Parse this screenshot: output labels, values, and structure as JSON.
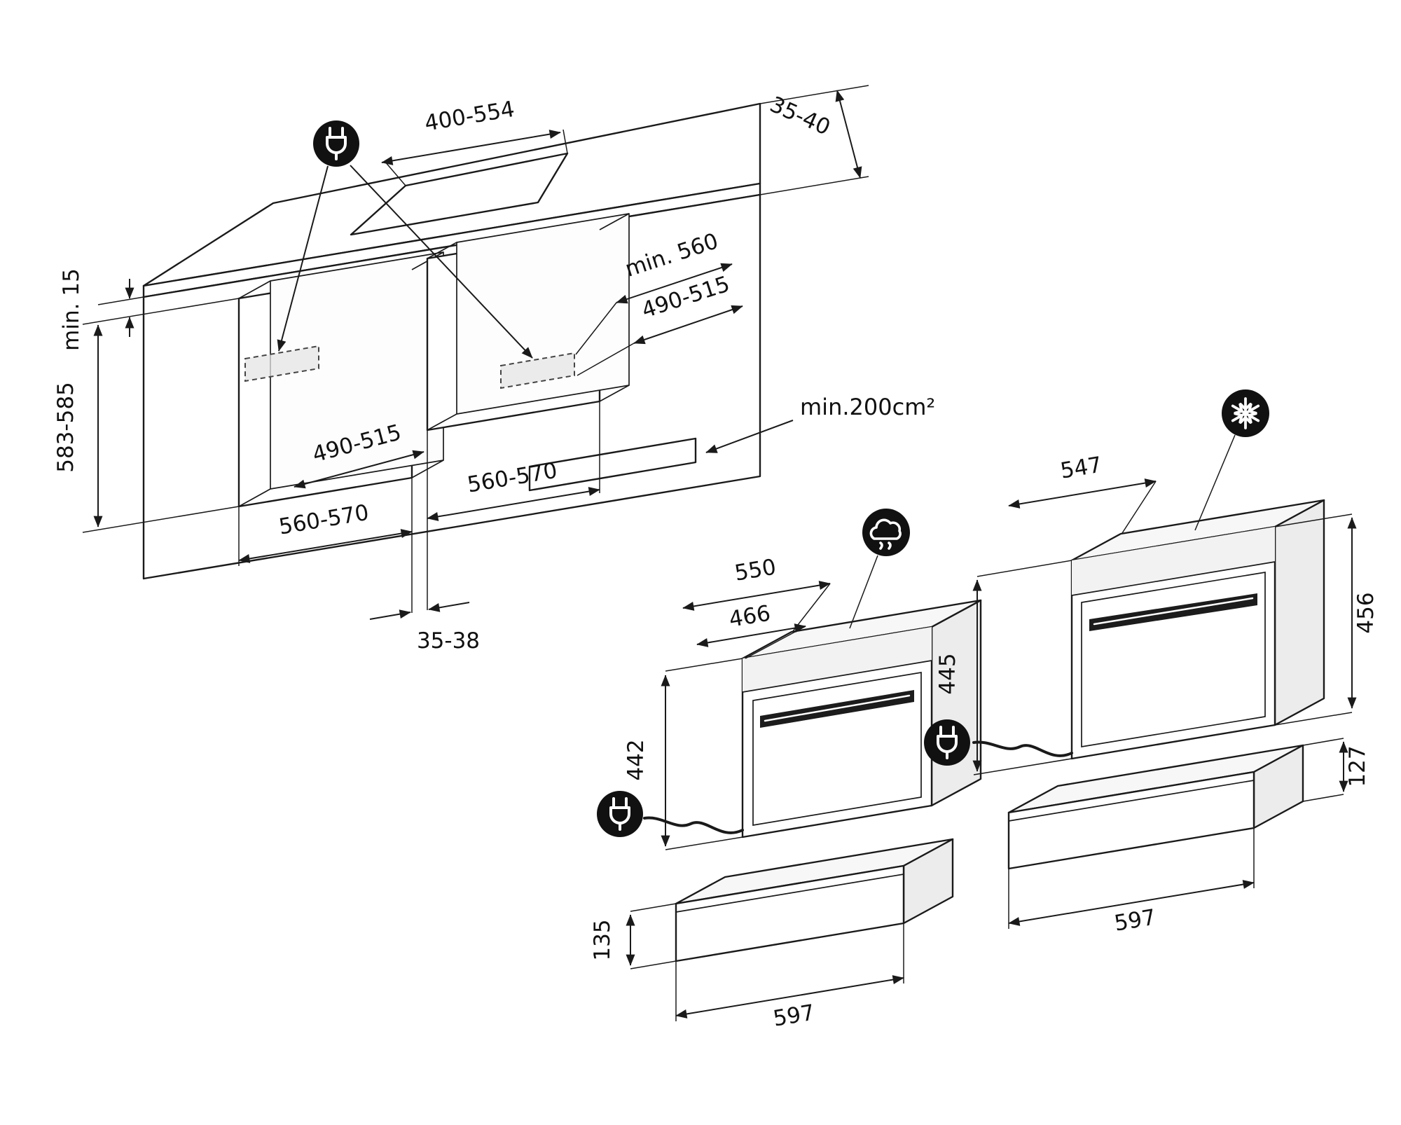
{
  "page": {
    "background": "#ffffff",
    "line_color": "#1a1a1a"
  },
  "cabinet": {
    "dim_cutout_width": "400-554",
    "dim_worktop_thickness": "35-40",
    "dim_min_top_gap": "min. 15",
    "dim_niche_height": "583-585",
    "dim_left_niche_depth": "490-515",
    "dim_right_niche_min_width": "min. 560",
    "dim_right_niche_depth": "490-515",
    "dim_vent_area": "min.200cm²",
    "dim_left_niche_width": "560-570",
    "dim_right_niche_width": "560-570",
    "dim_partition_thickness": "35-38"
  },
  "steam_oven": {
    "dim_niche_depth": "550",
    "dim_body_depth": "466",
    "dim_height": "442",
    "drawer": {
      "dim_height": "135",
      "dim_width": "597"
    }
  },
  "right_oven": {
    "dim_depth": "547",
    "dim_height_front": "445",
    "dim_height_total": "456",
    "drawer": {
      "dim_height": "127",
      "dim_width": "597"
    }
  },
  "icons": {
    "plug_icon": "power-plug",
    "steam_icon": "steam-cloud",
    "snowflake_icon": "snowflake"
  }
}
